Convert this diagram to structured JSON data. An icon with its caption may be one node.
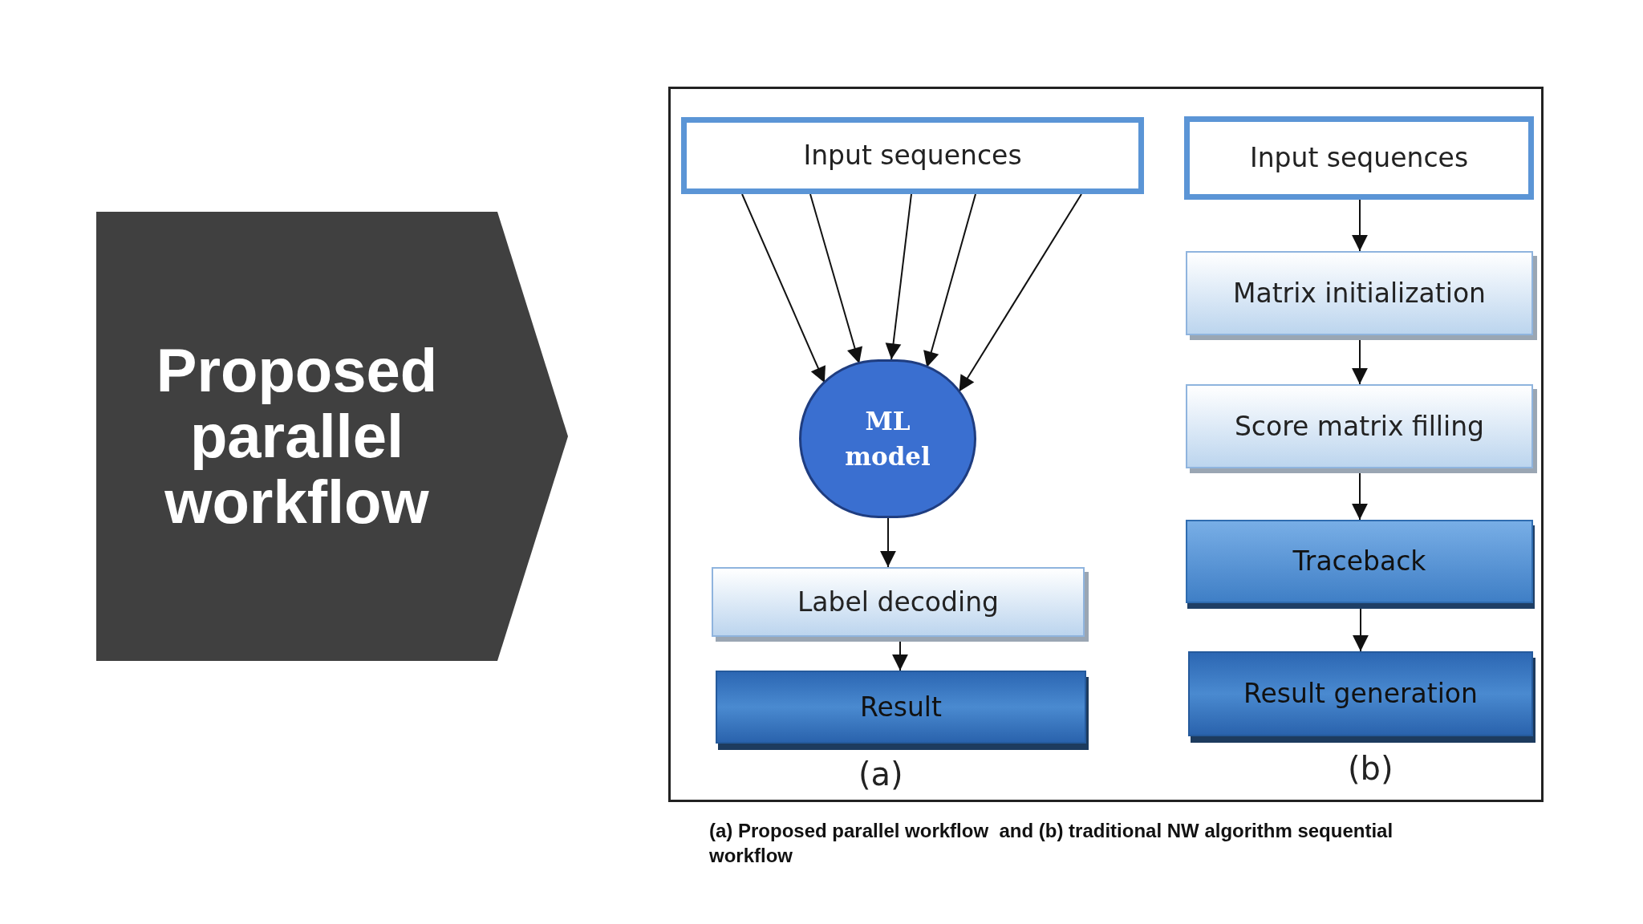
{
  "diagram": {
    "caption": "(a) Proposed parallel workflow  and (b) traditional NW algorithm sequential workflow",
    "nodes": [
      {
        "text": [
          "Proposed parallel workflow"
        ]
      },
      {
        "text": [
          "Input sequences"
        ]
      },
      {
        "text": [
          "ML model"
        ]
      },
      {
        "text": [
          "Label decoding"
        ]
      },
      {
        "text": [
          "Result"
        ]
      },
      {
        "text": [
          "Input sequences"
        ]
      },
      {
        "text": [
          "Matrix initialization"
        ]
      },
      {
        "text": [
          "Score matrix filling"
        ]
      },
      {
        "text": [
          "Traceback"
        ]
      },
      {
        "text": [
          "Result generation"
        ]
      }
    ],
    "edges": [
      {
        "from": 1,
        "to": 2,
        "arrow": "to"
      },
      {
        "from": 1,
        "to": 2,
        "arrow": "to"
      },
      {
        "from": 1,
        "to": 2,
        "arrow": "to"
      },
      {
        "from": 1,
        "to": 2,
        "arrow": "to"
      },
      {
        "from": 1,
        "to": 2,
        "arrow": "to"
      },
      {
        "from": 2,
        "to": 3,
        "arrow": "to"
      },
      {
        "from": 3,
        "to": 4,
        "arrow": "to"
      },
      {
        "from": 5,
        "to": 6,
        "arrow": "to"
      },
      {
        "from": 6,
        "to": 7,
        "arrow": "to"
      },
      {
        "from": 7,
        "to": 8,
        "arrow": "to"
      },
      {
        "from": 8,
        "to": 9,
        "arrow": "to"
      }
    ],
    "labels": [
      "(a)",
      "(b)"
    ]
  }
}
